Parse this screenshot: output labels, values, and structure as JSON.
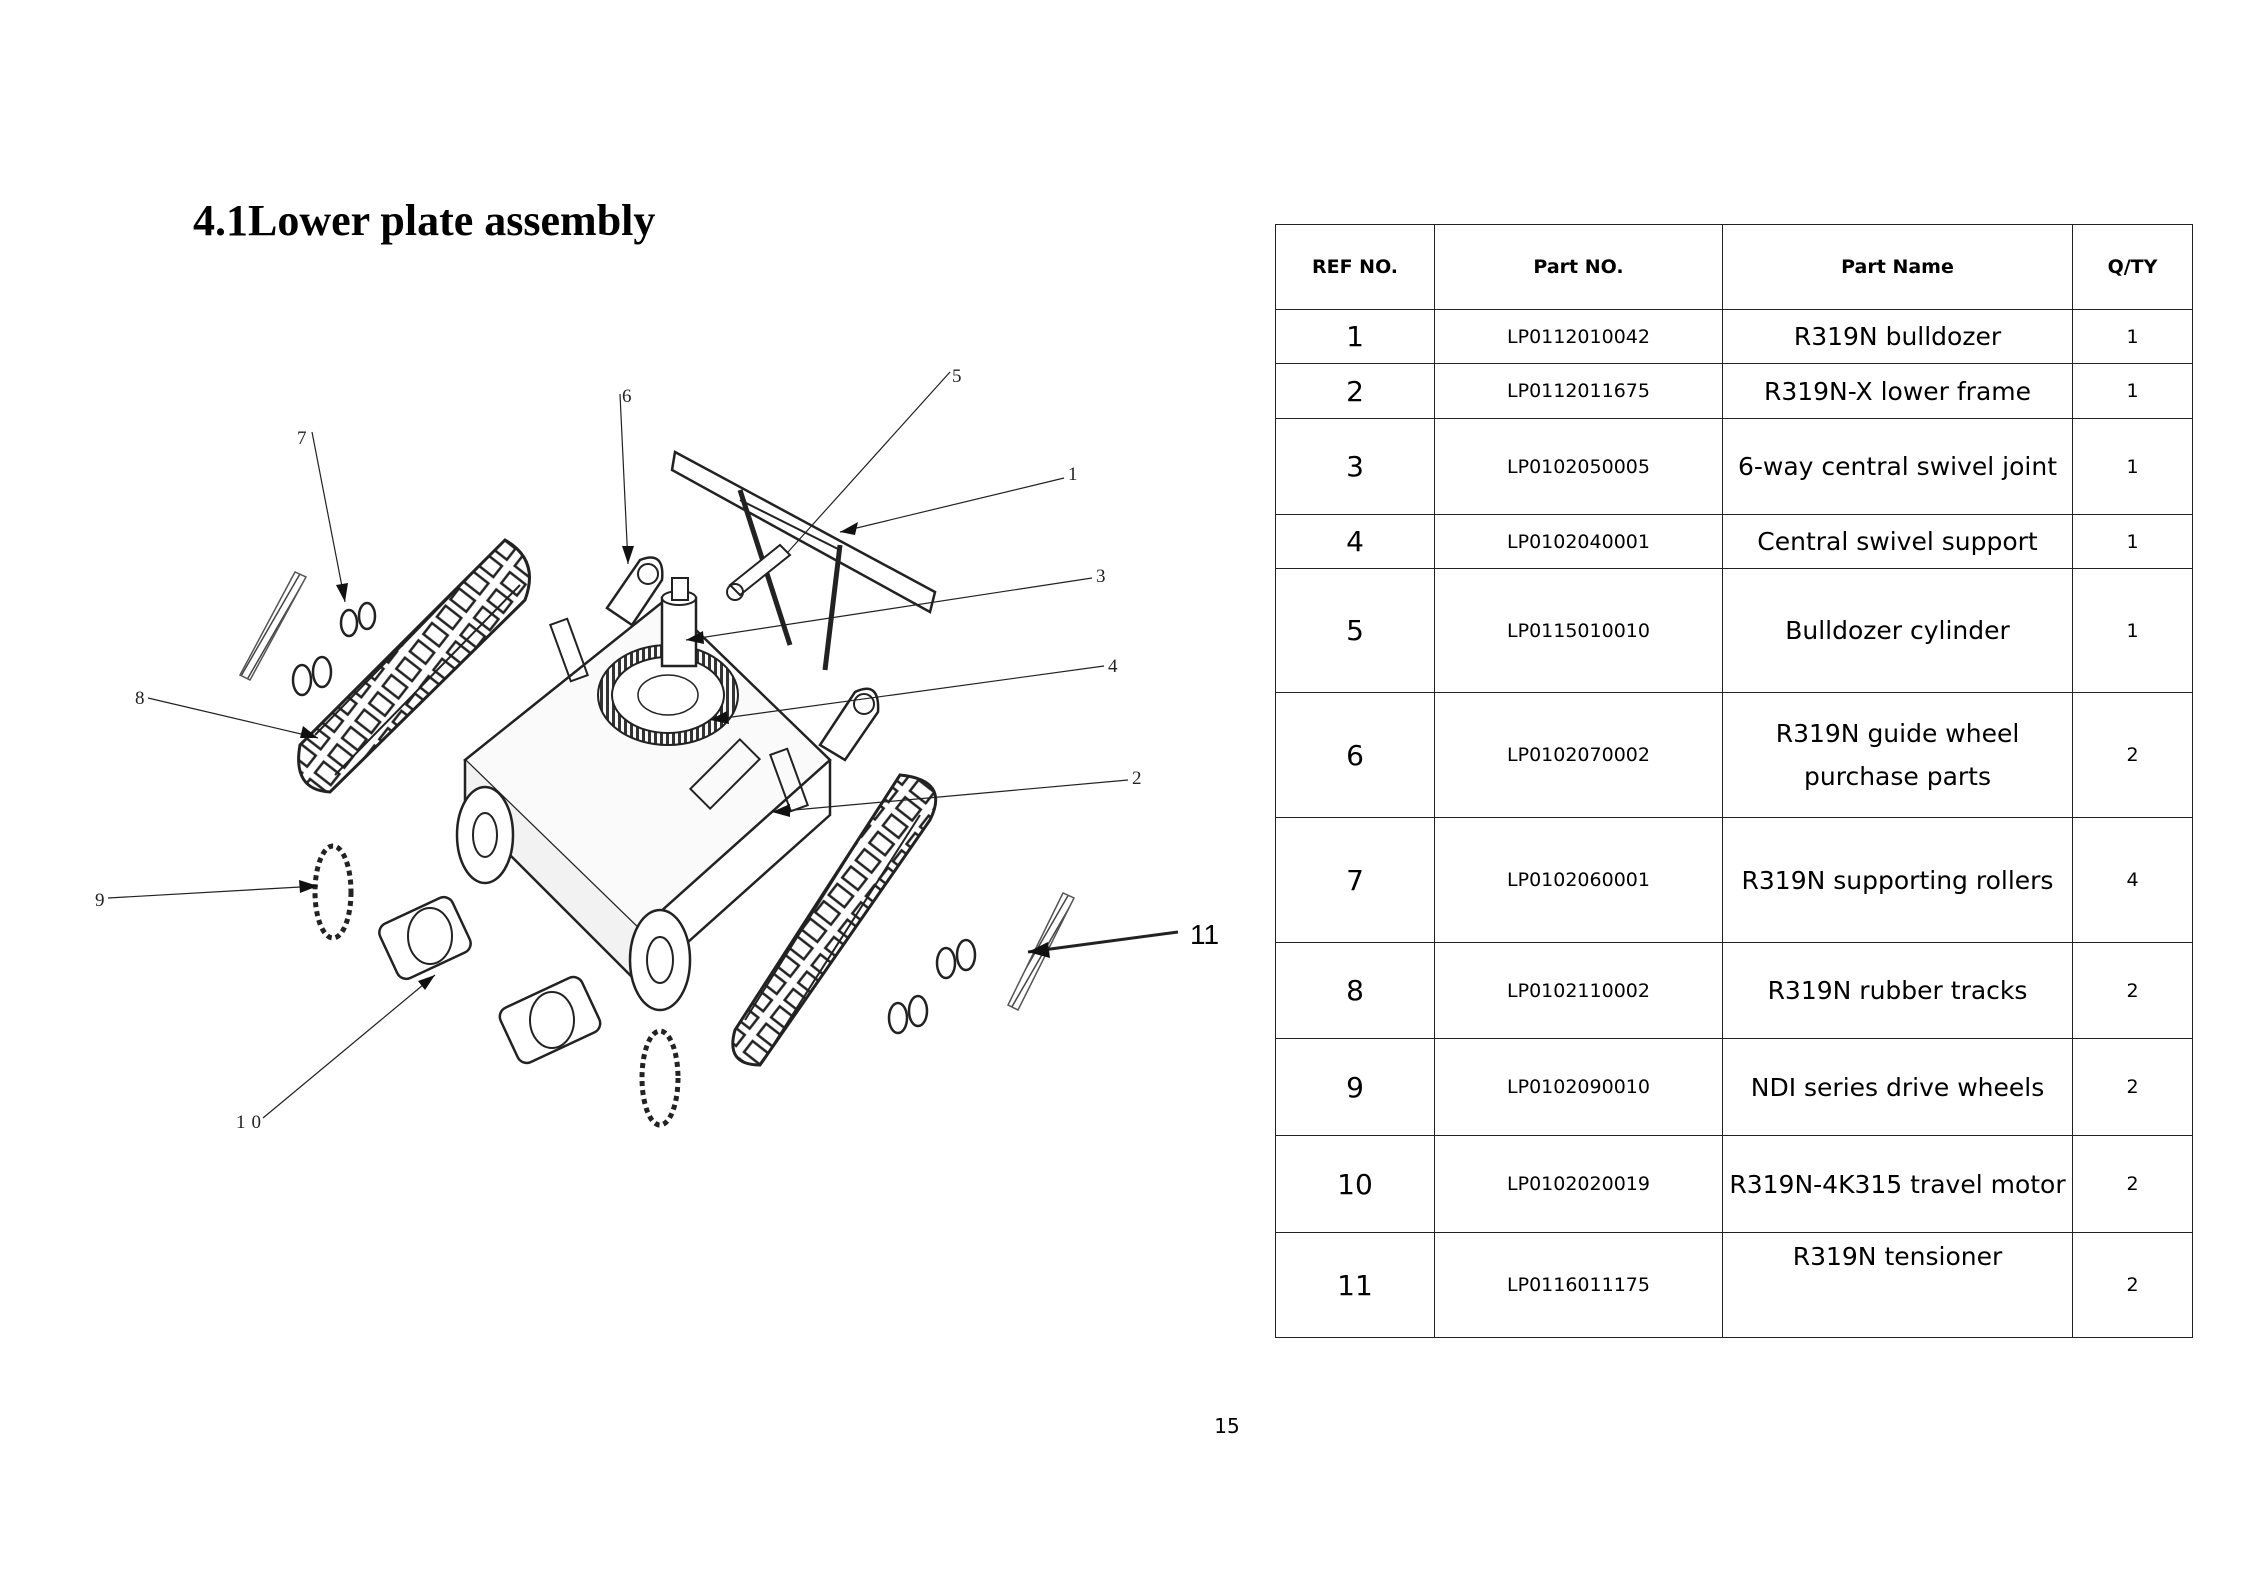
{
  "page": {
    "title": "4.1Lower plate assembly",
    "page_number": "15"
  },
  "callouts": [
    "1",
    "2",
    "3",
    "4",
    "5",
    "6",
    "7",
    "8",
    "9",
    "10",
    "11"
  ],
  "table": {
    "headers": {
      "ref": "REF NO.",
      "part_no": "Part NO.",
      "name": "Part Name",
      "qty": "Q/TY"
    },
    "rows": [
      {
        "ref": "1",
        "part_no": "LP0112010042",
        "name": "R319N bulldozer",
        "qty": "1"
      },
      {
        "ref": "2",
        "part_no": "LP0112011675",
        "name": "R319N-X lower frame",
        "qty": "1"
      },
      {
        "ref": "3",
        "part_no": "LP0102050005",
        "name": "6-way central swivel joint",
        "qty": "1"
      },
      {
        "ref": "4",
        "part_no": "LP0102040001",
        "name": "Central swivel support",
        "qty": "1"
      },
      {
        "ref": "5",
        "part_no": "LP0115010010",
        "name": "Bulldozer cylinder",
        "qty": "1"
      },
      {
        "ref": "6",
        "part_no": "LP0102070002",
        "name": "R319N guide wheel purchase parts",
        "qty": "2"
      },
      {
        "ref": "7",
        "part_no": "LP0102060001",
        "name": "R319N supporting rollers",
        "qty": "4"
      },
      {
        "ref": "8",
        "part_no": "LP0102110002",
        "name": "R319N rubber tracks",
        "qty": "2"
      },
      {
        "ref": "9",
        "part_no": "LP0102090010",
        "name": "NDI series drive wheels",
        "qty": "2"
      },
      {
        "ref": "10",
        "part_no": "LP0102020019",
        "name": "R319N-4K315 travel motor",
        "qty": "2"
      },
      {
        "ref": "11",
        "part_no": "LP0116011175",
        "name": "R319N tensioner",
        "qty": "2"
      }
    ]
  }
}
